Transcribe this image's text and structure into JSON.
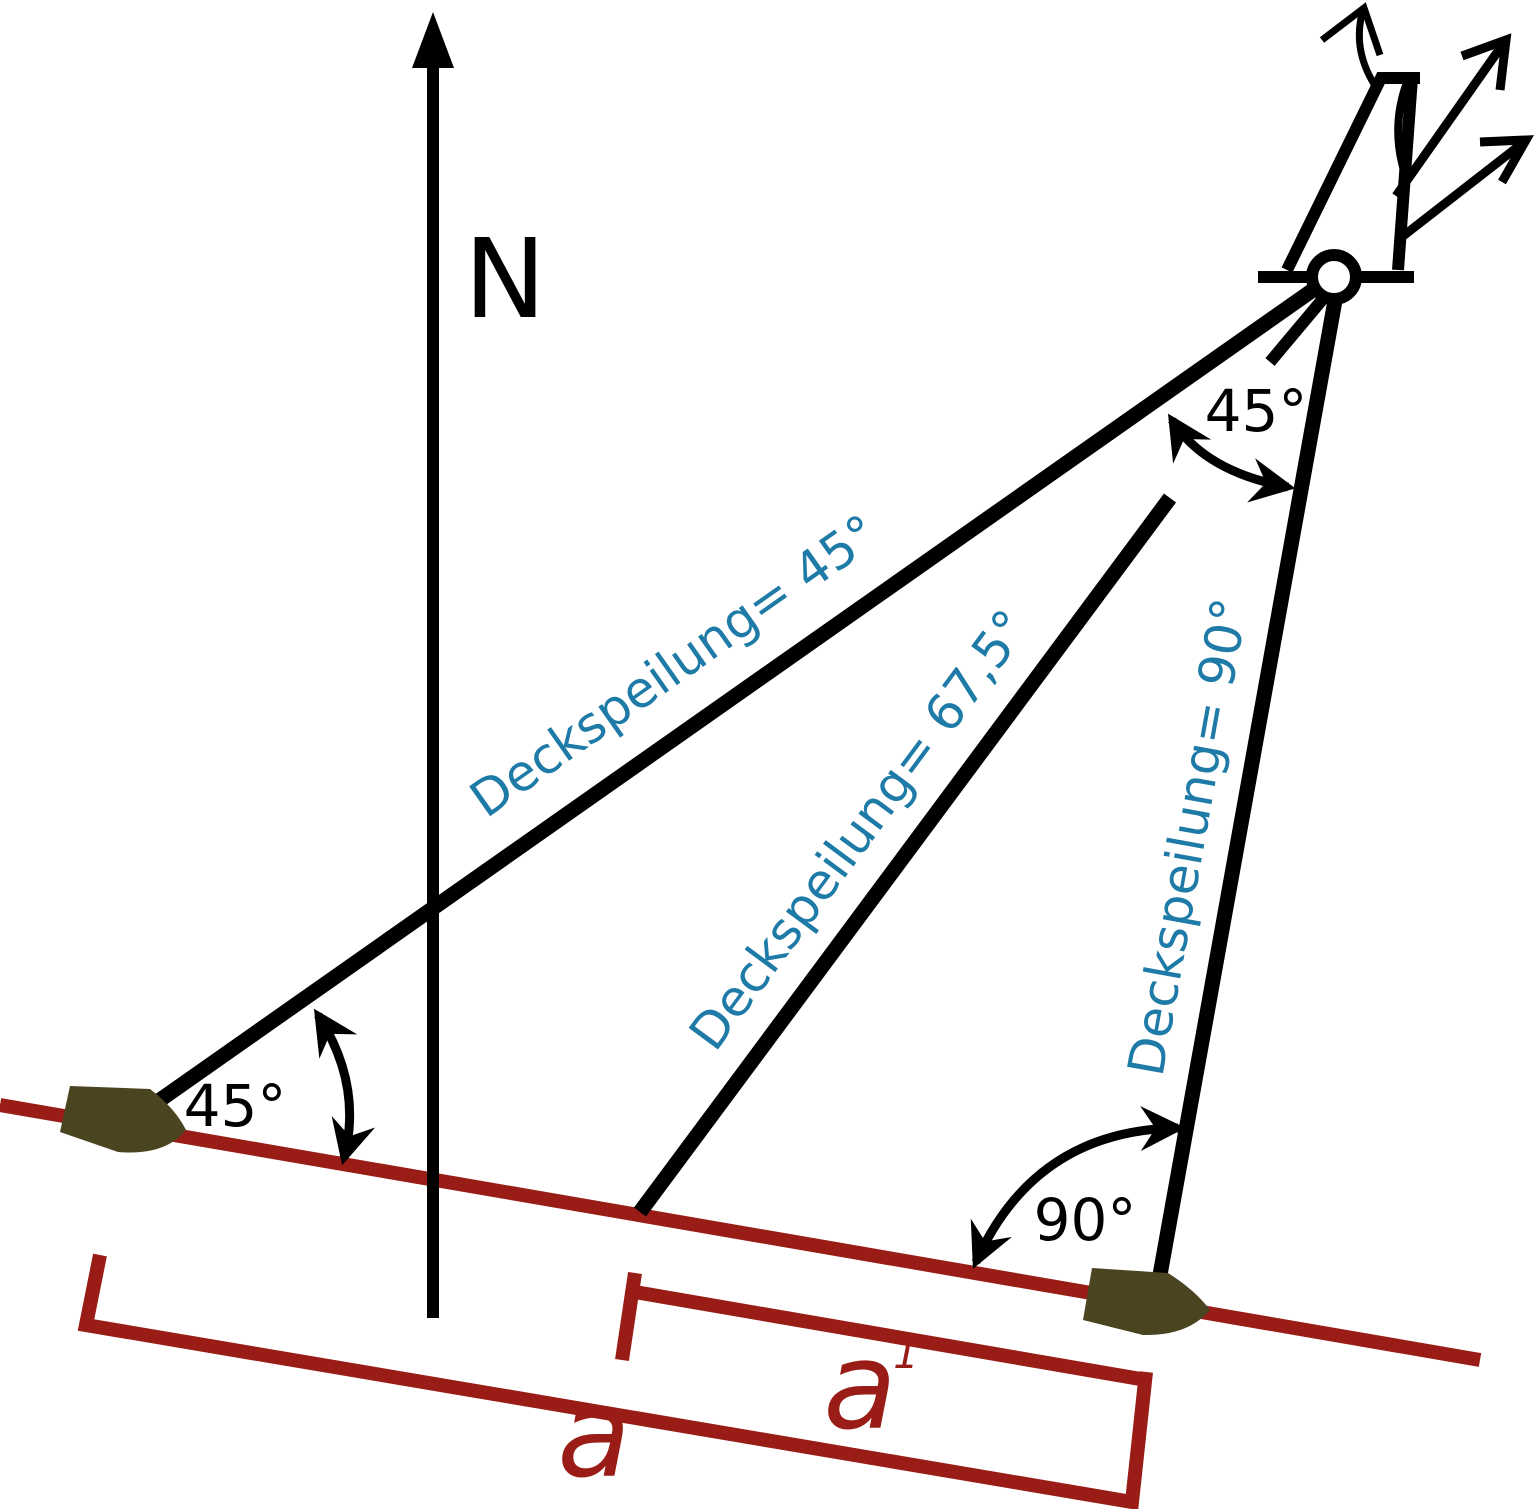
{
  "north_label": "N",
  "angles": {
    "start_bearing": "45°",
    "lighthouse_bearing": "45°",
    "right_angle": "90°"
  },
  "bearings": {
    "first": "Deckspeilung= 45°",
    "second": "Deckspeilung= 67,5°",
    "third": "Deckspeilung= 90°"
  },
  "distances": {
    "total": "a",
    "partial": "a",
    "partial_sup": "1"
  },
  "colors": {
    "line": "#000000",
    "course": "#9a1c16",
    "label_blue": "#1e7aa6",
    "boat": "#4a4520"
  }
}
